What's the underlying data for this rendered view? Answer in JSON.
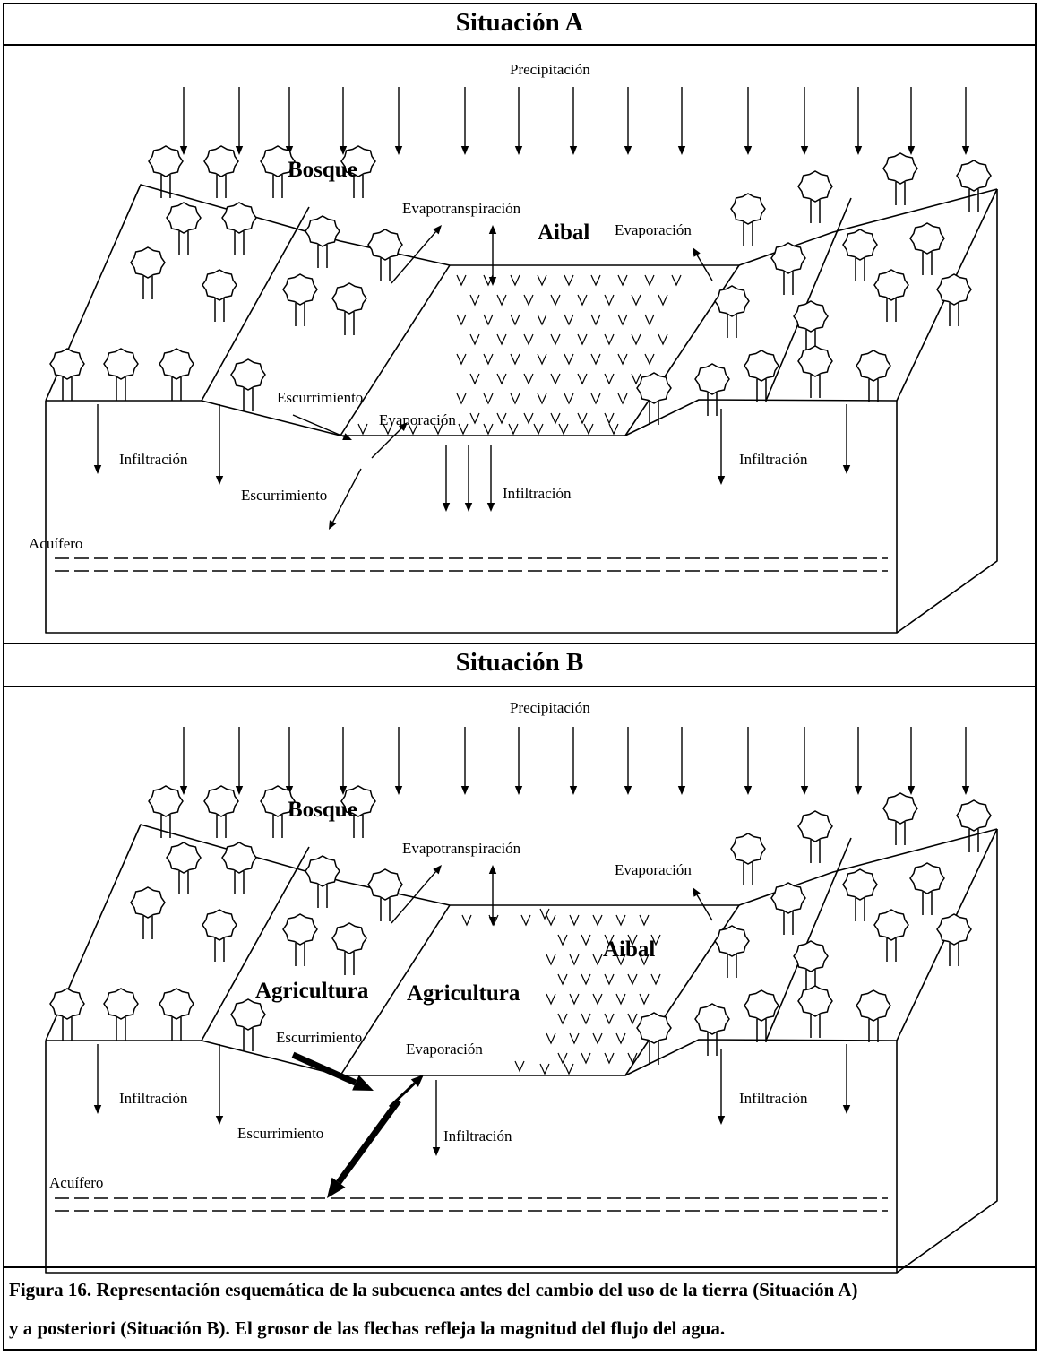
{
  "panels": [
    {
      "title": "Situación A",
      "labels": {
        "precipitation": "Precipitación",
        "forest": "Bosque",
        "aibal": "Aibal",
        "evapotranspiration": "Evapotranspiración",
        "evaporation_top": "Evaporación",
        "runoff_upper": "Escurrimiento",
        "evaporation_mid": "Evaporación",
        "infiltration_left": "Infiltración",
        "runoff_lower": "Escurrimiento",
        "infiltration_center": "Infiltración",
        "infiltration_right": "Infiltración",
        "aquifer": "Acuífero"
      }
    },
    {
      "title": "Situación B",
      "labels": {
        "precipitation": "Precipitación",
        "forest": "Bosque",
        "aibal": "Aibal",
        "agriculture_left": "Agricultura",
        "agriculture_right": "Agricultura",
        "evapotranspiration": "Evapotranspiración",
        "evaporation_top": "Evaporación",
        "runoff_upper": "Escurrimiento",
        "evaporation_mid": "Evaporación",
        "infiltration_left": "Infiltración",
        "runoff_lower": "Escurrimiento",
        "infiltration_center": "Infiltración",
        "infiltration_right": "Infiltración",
        "aquifer": "Acuífero"
      }
    }
  ],
  "caption": {
    "line1": "Figura 16. Representación esquemática de la subcuenca antes del cambio del uso de la tierra (Situación A)",
    "line2": "y a posteriori (Situación B). El grosor de las flechas refleja la magnitud del flujo del agua."
  },
  "colors": {
    "line": "#000000",
    "background": "#ffffff"
  }
}
